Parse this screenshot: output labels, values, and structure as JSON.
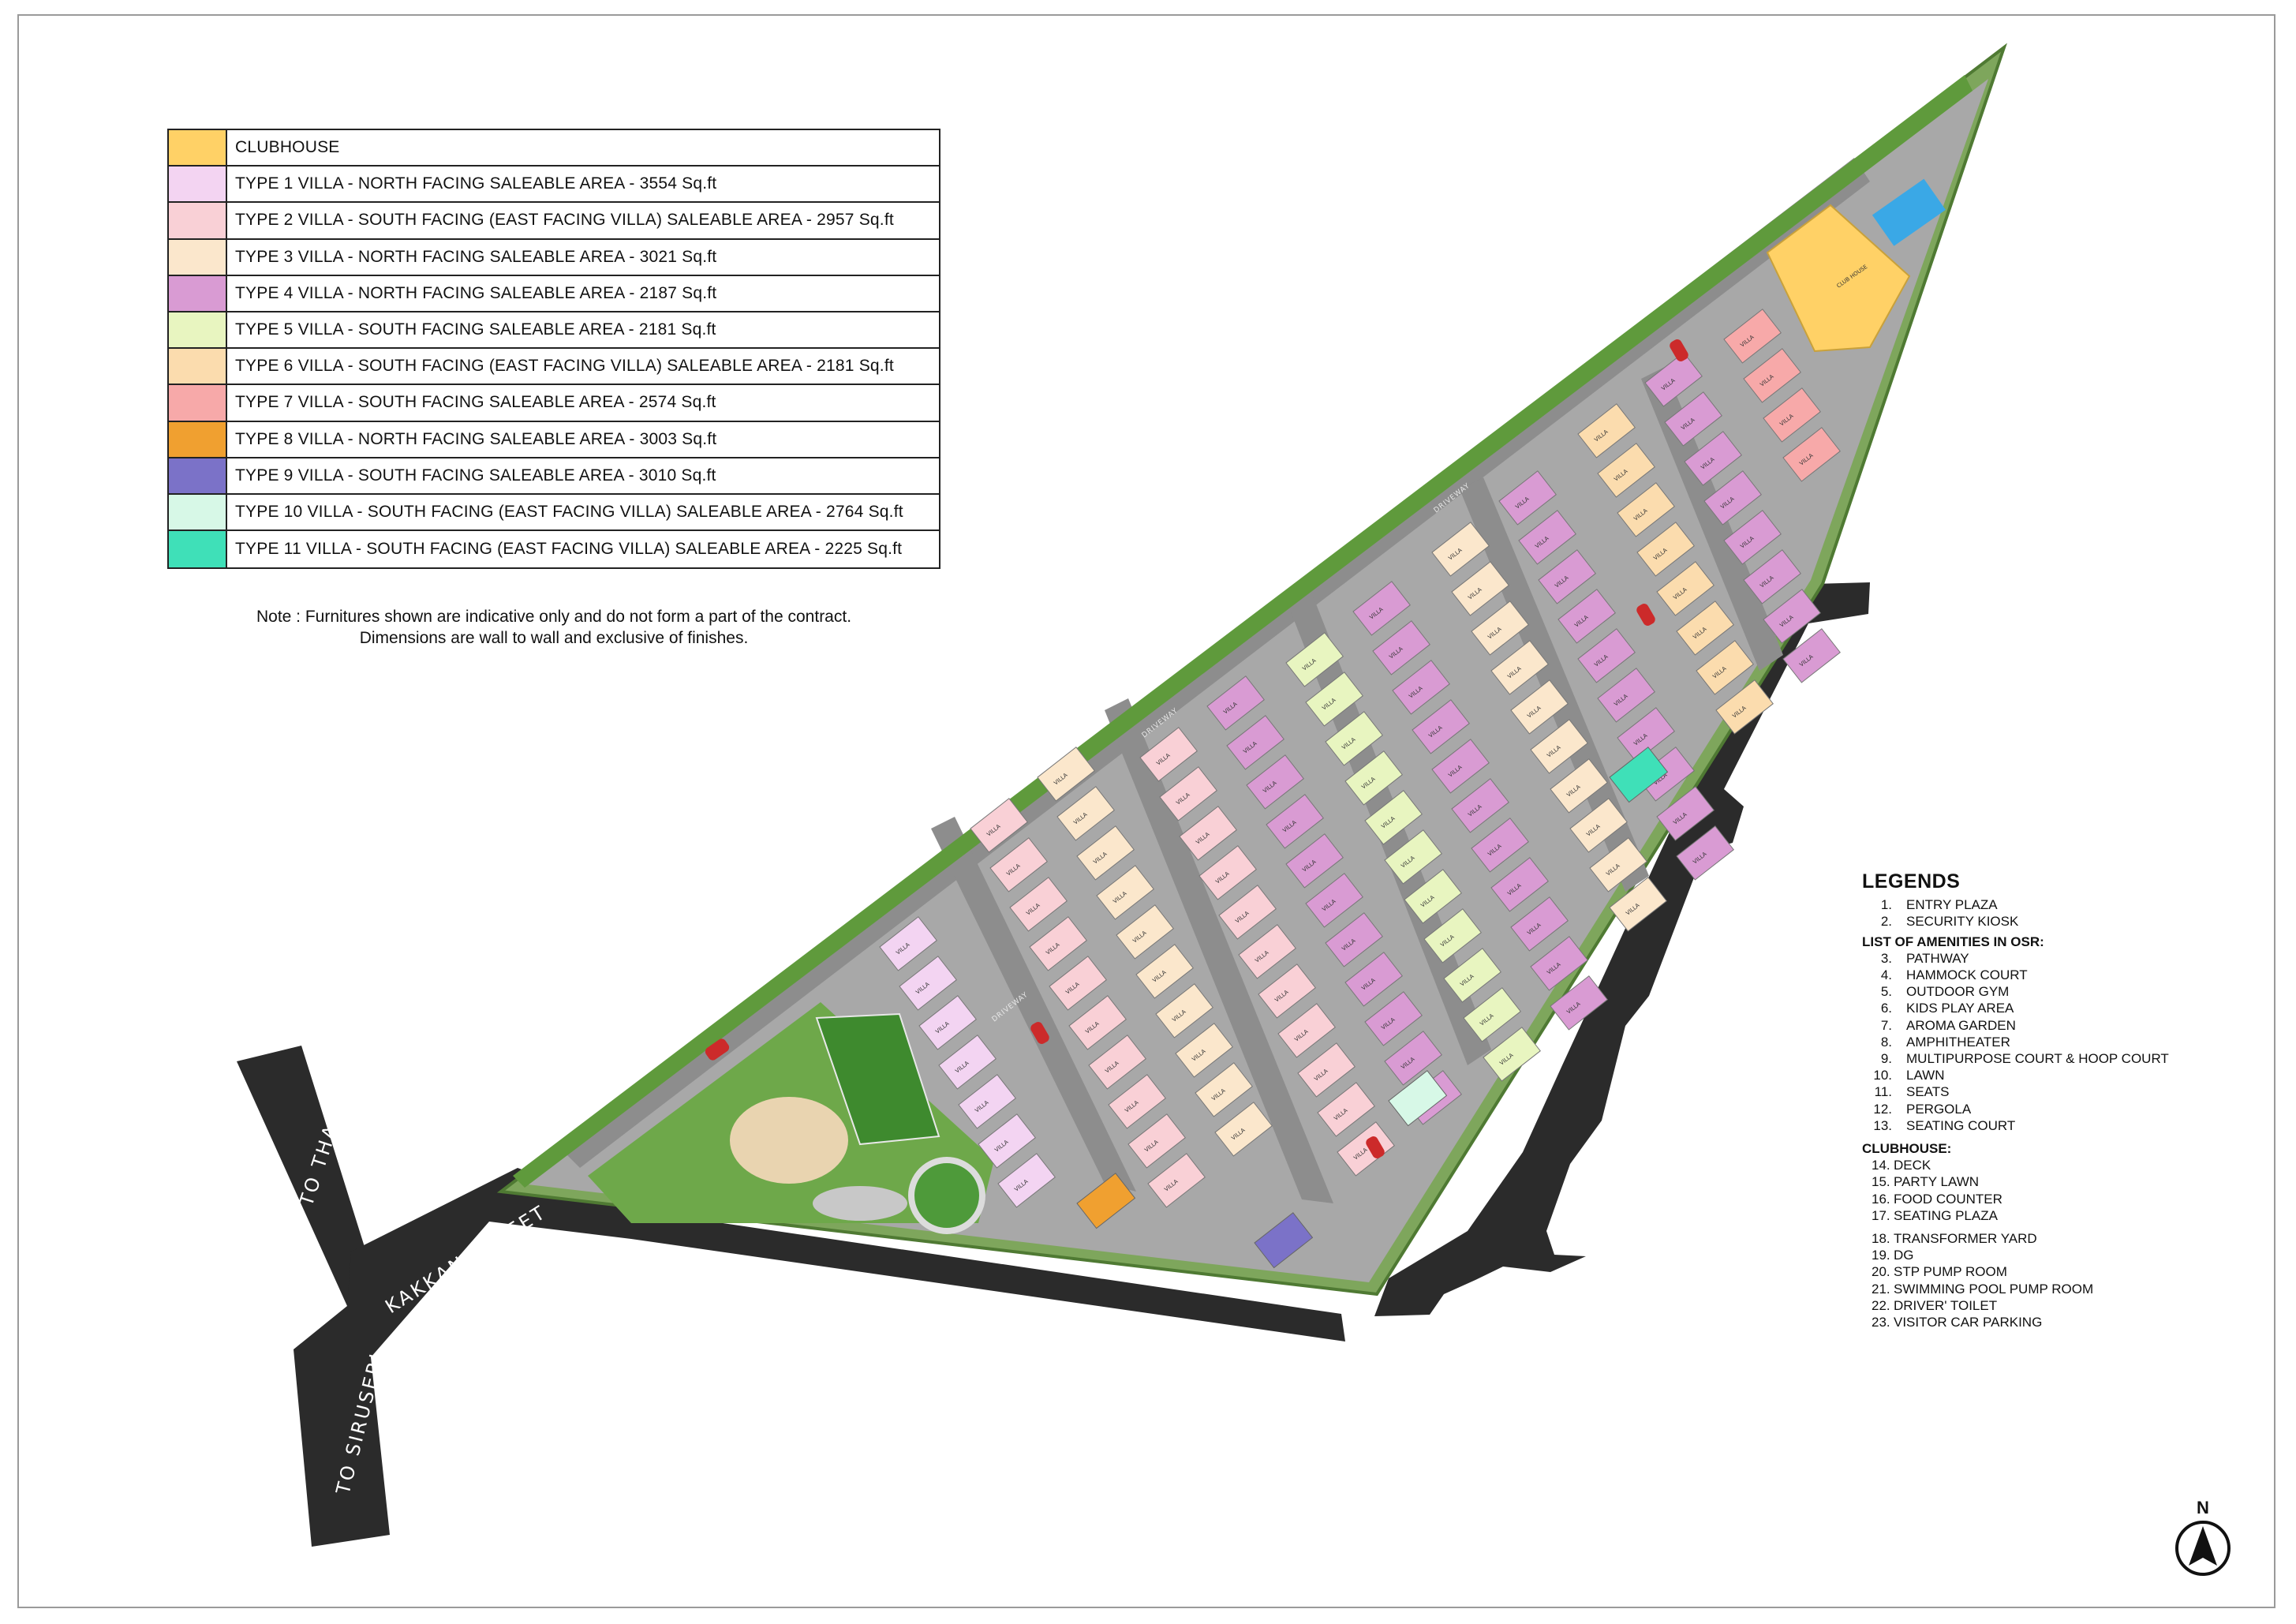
{
  "villa_types": [
    {
      "label": "CLUBHOUSE",
      "color": "#ffd166"
    },
    {
      "label": "TYPE 1 VILLA - NORTH FACING SALEABLE AREA - 3554 Sq.ft",
      "color": "#f3d4f2"
    },
    {
      "label": "TYPE 2 VILLA - SOUTH FACING (EAST FACING VILLA) SALEABLE AREA - 2957 Sq.ft",
      "color": "#f9d0d6"
    },
    {
      "label": "TYPE 3 VILLA - NORTH FACING SALEABLE AREA - 3021 Sq.ft",
      "color": "#fbe7cc"
    },
    {
      "label": "TYPE 4 VILLA - NORTH FACING SALEABLE AREA - 2187 Sq.ft",
      "color": "#d99bd3"
    },
    {
      "label": "TYPE 5 VILLA - SOUTH FACING SALEABLE AREA - 2181 Sq.ft",
      "color": "#e8f5c0"
    },
    {
      "label": "TYPE 6 VILLA - SOUTH FACING (EAST FACING VILLA) SALEABLE AREA - 2181 Sq.ft",
      "color": "#fbdcae"
    },
    {
      "label": "TYPE 7 VILLA - SOUTH FACING SALEABLE AREA - 2574 Sq.ft",
      "color": "#f7a9a9"
    },
    {
      "label": "TYPE 8 VILLA - NORTH FACING SALEABLE AREA - 3003 Sq.ft",
      "color": "#f0a030"
    },
    {
      "label": "TYPE 9 VILLA - SOUTH FACING SALEABLE AREA - 3010 Sq.ft",
      "color": "#7b72c8"
    },
    {
      "label": "TYPE 10 VILLA - SOUTH FACING (EAST FACING VILLA) SALEABLE AREA - 2764 Sq.ft",
      "color": "#d7f8e7"
    },
    {
      "label": "TYPE 11 VILLA - SOUTH FACING (EAST FACING VILLA) SALEABLE AREA - 2225 Sq.ft",
      "color": "#3fe0b8"
    }
  ],
  "note": {
    "line1": "Note : Furnitures shown are indicative only and do not form a part of the contract.",
    "line2": "Dimensions are wall to wall and exclusive of finishes."
  },
  "roads": {
    "thalambur": "TO THALAMBUR",
    "siruseri": "TO SIRUSERI",
    "kakkan": "KAKKAN STREET"
  },
  "map_labels": {
    "club_house": "CLUB HOUSE",
    "driveway": "DRIVEWAY",
    "villa_label": "VILLA"
  },
  "legend": {
    "title": "LEGENDS",
    "entry": [
      {
        "num": "1.",
        "label": "ENTRY PLAZA"
      },
      {
        "num": "2.",
        "label": "SECURITY KIOSK"
      }
    ],
    "osr_title": "LIST OF AMENITIES IN OSR:",
    "osr": [
      {
        "num": "3.",
        "label": "PATHWAY"
      },
      {
        "num": "4.",
        "label": "HAMMOCK COURT"
      },
      {
        "num": "5.",
        "label": "OUTDOOR GYM"
      },
      {
        "num": "6.",
        "label": "KIDS PLAY AREA"
      },
      {
        "num": "7.",
        "label": "AROMA GARDEN"
      },
      {
        "num": "8.",
        "label": "AMPHITHEATER"
      },
      {
        "num": "9.",
        "label": "MULTIPURPOSE COURT & HOOP COURT"
      },
      {
        "num": "10.",
        "label": "LAWN"
      },
      {
        "num": "11.",
        "label": "SEATS"
      },
      {
        "num": "12.",
        "label": "PERGOLA"
      },
      {
        "num": "13.",
        "label": "SEATING COURT"
      }
    ],
    "clubhouse_title": "CLUBHOUSE:",
    "clubhouse": [
      {
        "num": "14.",
        "label": "DECK"
      },
      {
        "num": "15.",
        "label": "PARTY LAWN"
      },
      {
        "num": "16.",
        "label": "FOOD COUNTER"
      },
      {
        "num": "17.",
        "label": "SEATING PLAZA"
      }
    ],
    "utilities": [
      {
        "num": "18.",
        "label": "TRANSFORMER YARD"
      },
      {
        "num": "19.",
        "label": "DG"
      },
      {
        "num": "20.",
        "label": "STP PUMP ROOM"
      },
      {
        "num": "21.",
        "label": "SWIMMING POOL PUMP ROOM"
      },
      {
        "num": "22.",
        "label": "DRIVER' TOILET"
      },
      {
        "num": "23.",
        "label": "VISITOR CAR PARKING"
      }
    ]
  },
  "north": "N",
  "icons": {
    "north_arrow": "north-arrow-icon"
  },
  "colors": {
    "road": "#2b2b2b",
    "internal_road": "#9a9a9a",
    "green": "#6ea84a",
    "pool": "#3aa8e6",
    "car": "#cc2a2a"
  }
}
